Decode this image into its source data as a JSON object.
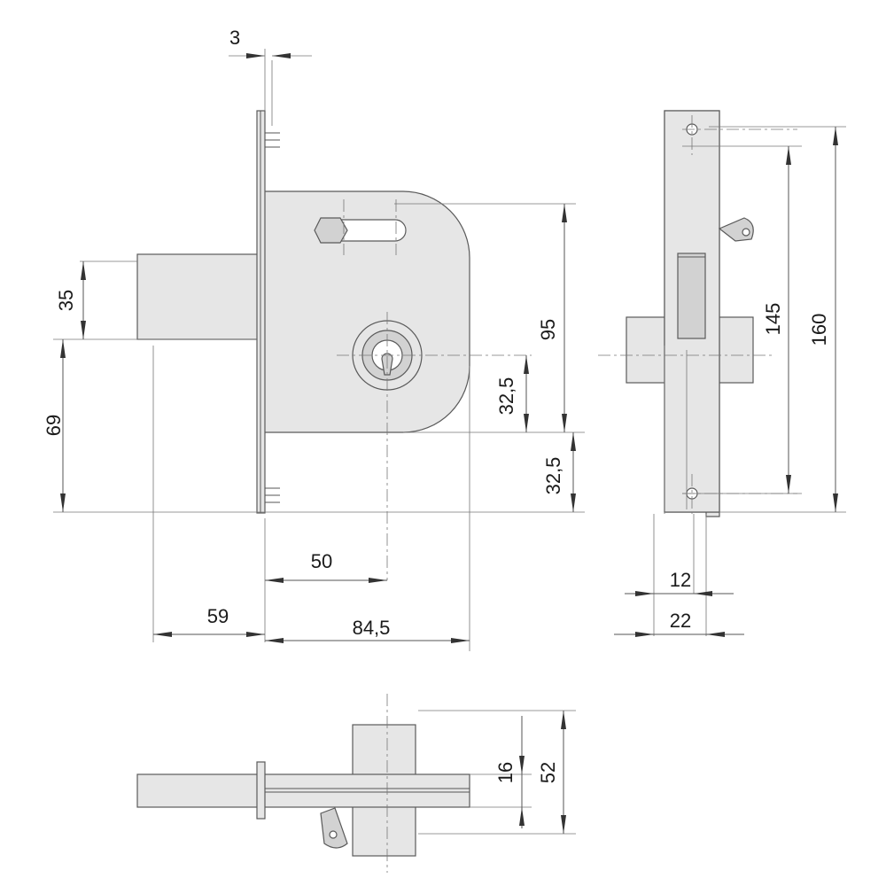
{
  "dimensions": {
    "plate_thickness": "3",
    "bolt_height": "35",
    "bolt_to_bottom": "69",
    "case_height": "95",
    "cylinder_to_case_bottom": "32,5",
    "case_bottom_to_plate_bottom": "32,5",
    "backset": "50",
    "bolt_throw": "59",
    "case_depth": "84,5",
    "screw_spacing": "145",
    "plate_height": "160",
    "bolt_thickness": "12",
    "plate_width": "22",
    "rod_thickness": "16",
    "body_width": "52"
  }
}
